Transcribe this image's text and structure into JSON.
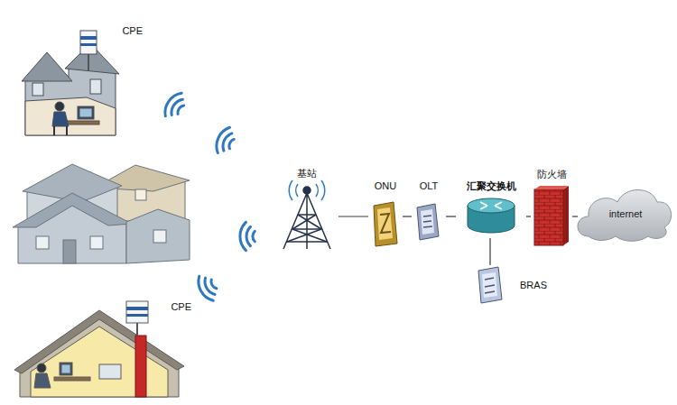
{
  "diagram": {
    "nodes": [
      {
        "text": [
          "CPE"
        ]
      },
      {
        "text": [
          "CPE"
        ]
      },
      {
        "text": [
          "基站"
        ]
      },
      {
        "text": [
          "ONU"
        ]
      },
      {
        "text": [
          "OLT"
        ]
      },
      {
        "text": [
          "汇聚交换机"
        ]
      },
      {
        "text": [
          "防火墙"
        ]
      },
      {
        "text": [
          "internet"
        ]
      },
      {
        "text": [
          "BRAS"
        ]
      }
    ],
    "edges": [
      {
        "from": 2,
        "to": 3,
        "arrow": "none"
      },
      {
        "from": 3,
        "to": 4,
        "arrow": "none"
      },
      {
        "from": 4,
        "to": 5,
        "arrow": "none"
      },
      {
        "from": 5,
        "to": 6,
        "arrow": "none"
      },
      {
        "from": 6,
        "to": 7,
        "arrow": "none"
      },
      {
        "from": 5,
        "to": 8,
        "arrow": "none"
      }
    ]
  }
}
